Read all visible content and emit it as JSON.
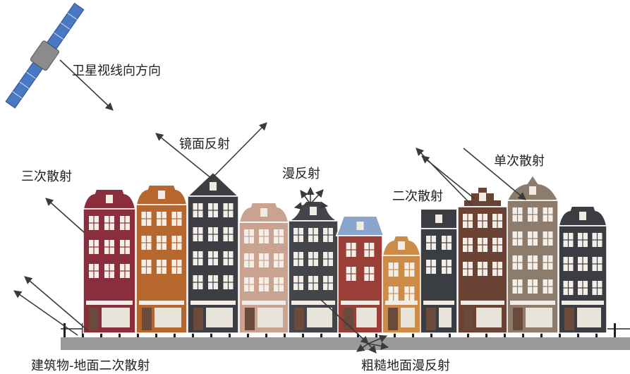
{
  "labels": {
    "satellite_los": "卫星视线向方向",
    "specular": "镜面反射",
    "triple": "三次散射",
    "diffuse": "漫反射",
    "double": "二次散射",
    "single": "单次散射",
    "building_ground": "建筑物-地面二次散射",
    "rough_ground": "粗糙地面漫反射"
  },
  "colors": {
    "arrow": "#3a3a3a",
    "ground": "#9a9a9a",
    "panel": "#4a78c2",
    "satellite_body": "#8b8b8b"
  },
  "buildings": [
    {
      "name": "maroon-house",
      "color": "#8a2e3e"
    },
    {
      "name": "orange-brown-house",
      "color": "#b5672e"
    },
    {
      "name": "dark-gray-house",
      "color": "#3c3e44"
    },
    {
      "name": "beige-house",
      "color": "#c9a290"
    },
    {
      "name": "charcoal-house",
      "color": "#43454a"
    },
    {
      "name": "red-brick-house",
      "color": "#9a3f38"
    },
    {
      "name": "light-orange-house",
      "color": "#cc8c48"
    },
    {
      "name": "slate-house",
      "color": "#3a3d42"
    },
    {
      "name": "brown-stepped-house",
      "color": "#6b4335"
    },
    {
      "name": "taupe-house",
      "color": "#8d7b6c"
    },
    {
      "name": "dark-house",
      "color": "#3b3d43"
    }
  ]
}
